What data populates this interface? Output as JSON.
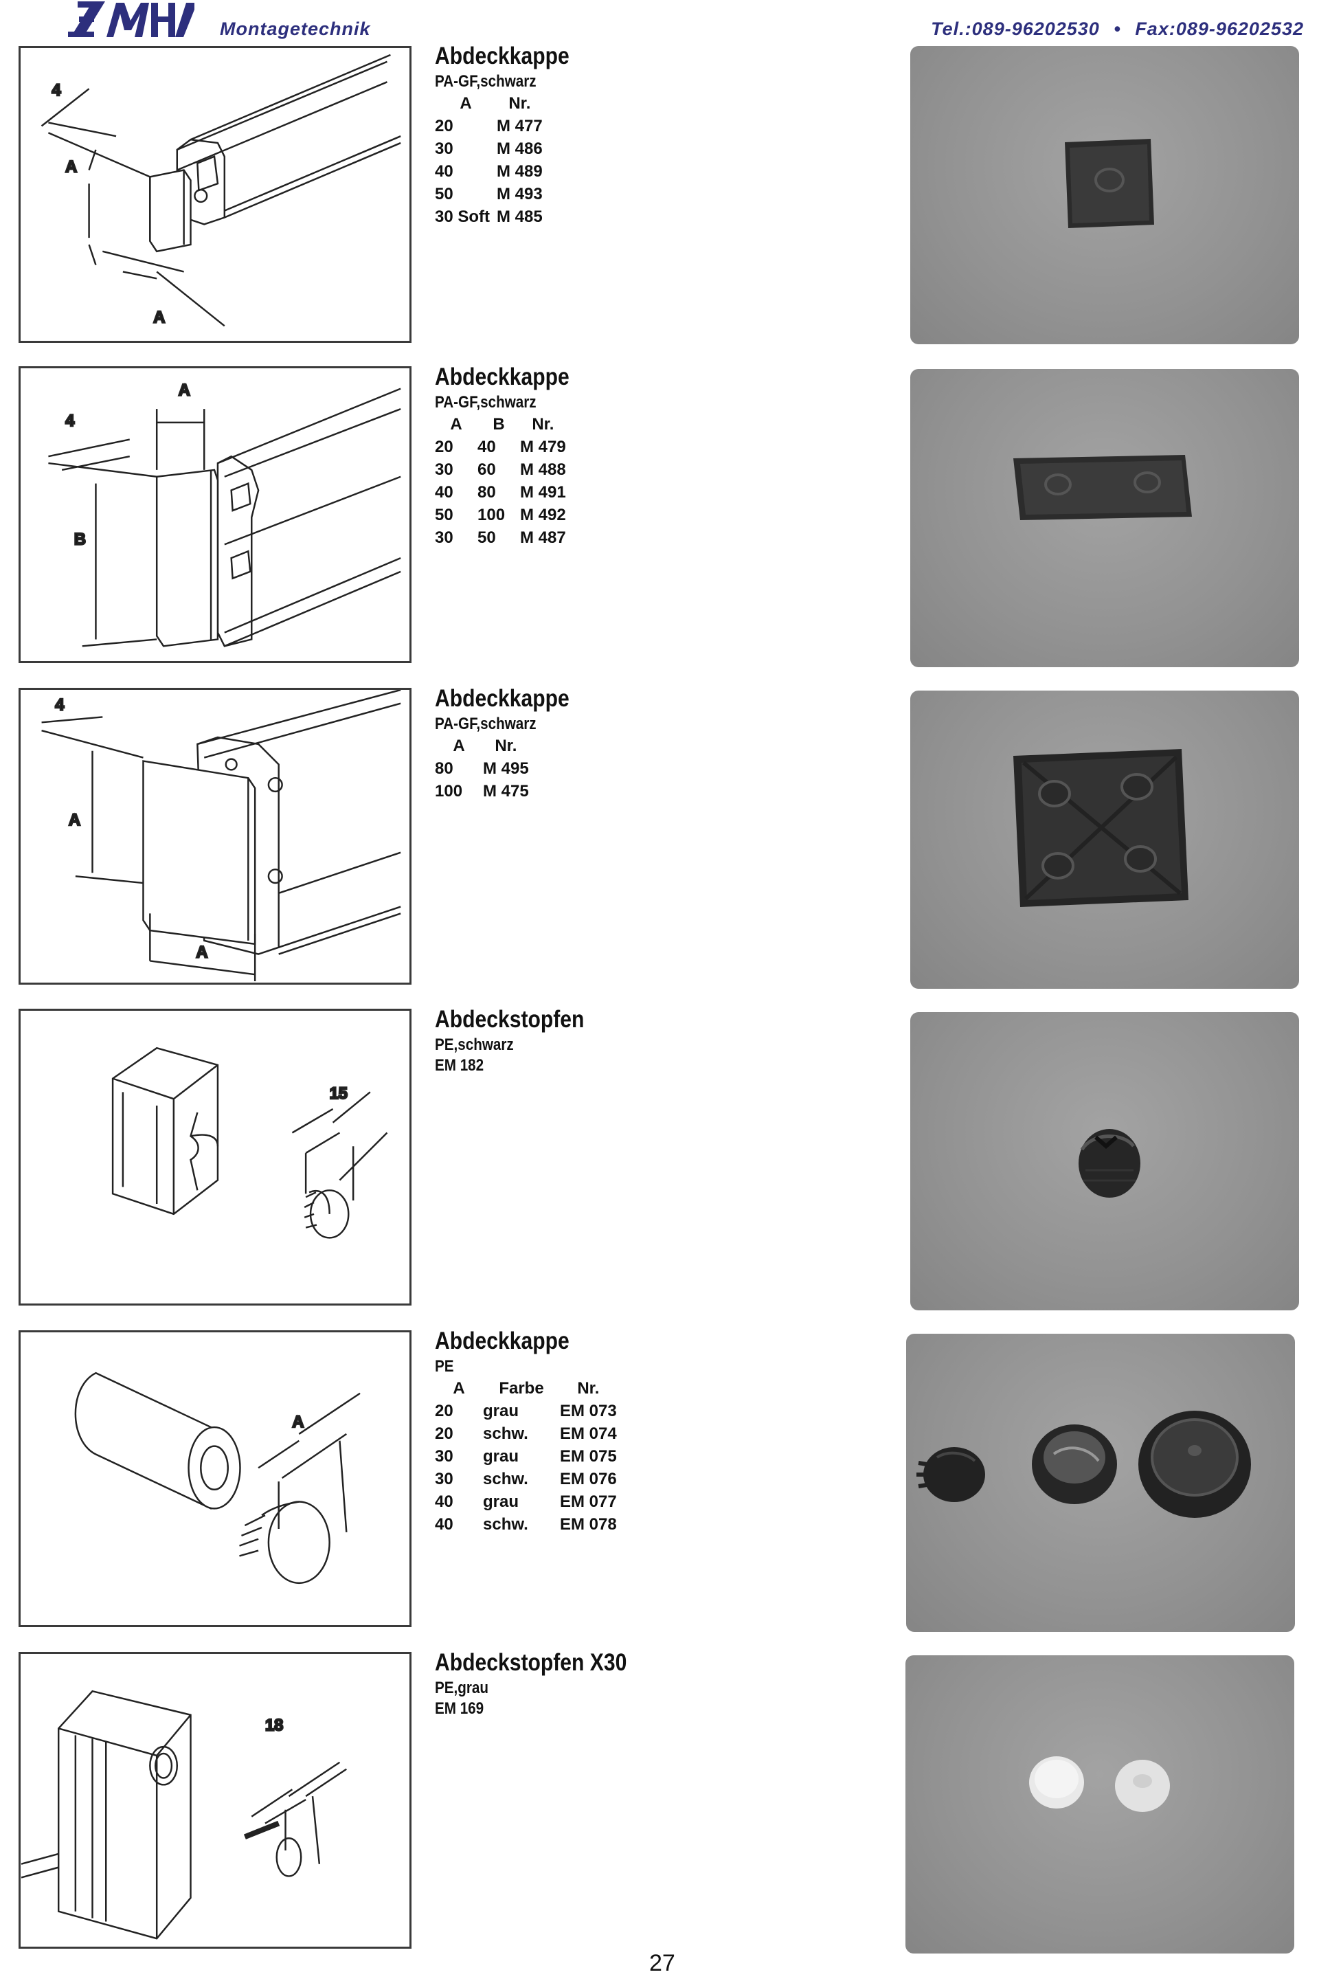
{
  "header": {
    "tagline": "Montagetechnik",
    "phone": "Tel.:089-96202530",
    "separator": "•",
    "fax": "Fax:089-96202532",
    "logo_text": "EMHA",
    "brand_color": "#2d2f7d"
  },
  "products": [
    {
      "title": "Abdeckkappe",
      "material": "PA-GF,schwarz",
      "columns": [
        "A",
        "Nr."
      ],
      "rows": [
        [
          "20",
          "M 477"
        ],
        [
          "30",
          "M 486"
        ],
        [
          "40",
          "M 489"
        ],
        [
          "50",
          "M 493"
        ],
        [
          "30 Soft",
          "M 485"
        ]
      ],
      "drawing_labels": [
        "4",
        "A",
        "A"
      ]
    },
    {
      "title": "Abdeckkappe",
      "material": "PA-GF,schwarz",
      "columns": [
        "A",
        "B",
        "Nr."
      ],
      "rows": [
        [
          "20",
          "40",
          "M 479"
        ],
        [
          "30",
          "60",
          "M 488"
        ],
        [
          "40",
          "80",
          "M 491"
        ],
        [
          "50",
          "100",
          "M 492"
        ],
        [
          "30",
          "50",
          "M 487"
        ]
      ],
      "drawing_labels": [
        "A",
        "4",
        "B"
      ]
    },
    {
      "title": "Abdeckkappe",
      "material": "PA-GF,schwarz",
      "columns": [
        "A",
        "Nr."
      ],
      "rows": [
        [
          "80",
          "M 495"
        ],
        [
          "100",
          "M 475"
        ]
      ],
      "drawing_labels": [
        "4",
        "A",
        "A"
      ]
    },
    {
      "title": "Abdeckstopfen",
      "material": "PE,schwarz",
      "code": "EM 182",
      "drawing_labels": [
        "15"
      ]
    },
    {
      "title": "Abdeckkappe",
      "material": "PE",
      "columns": [
        "A",
        "Farbe",
        "Nr."
      ],
      "rows": [
        [
          "20",
          "grau",
          "EM 073"
        ],
        [
          "20",
          "schw.",
          "EM 074"
        ],
        [
          "30",
          "grau",
          "EM 075"
        ],
        [
          "30",
          "schw.",
          "EM 076"
        ],
        [
          "40",
          "grau",
          "EM 077"
        ],
        [
          "40",
          "schw.",
          "EM 078"
        ]
      ],
      "drawing_labels": [
        "A"
      ]
    },
    {
      "title": "Abdeckstopfen X30",
      "material": "PE,grau",
      "code": "EM 169",
      "drawing_labels": [
        "18"
      ]
    }
  ],
  "page_number": "27"
}
